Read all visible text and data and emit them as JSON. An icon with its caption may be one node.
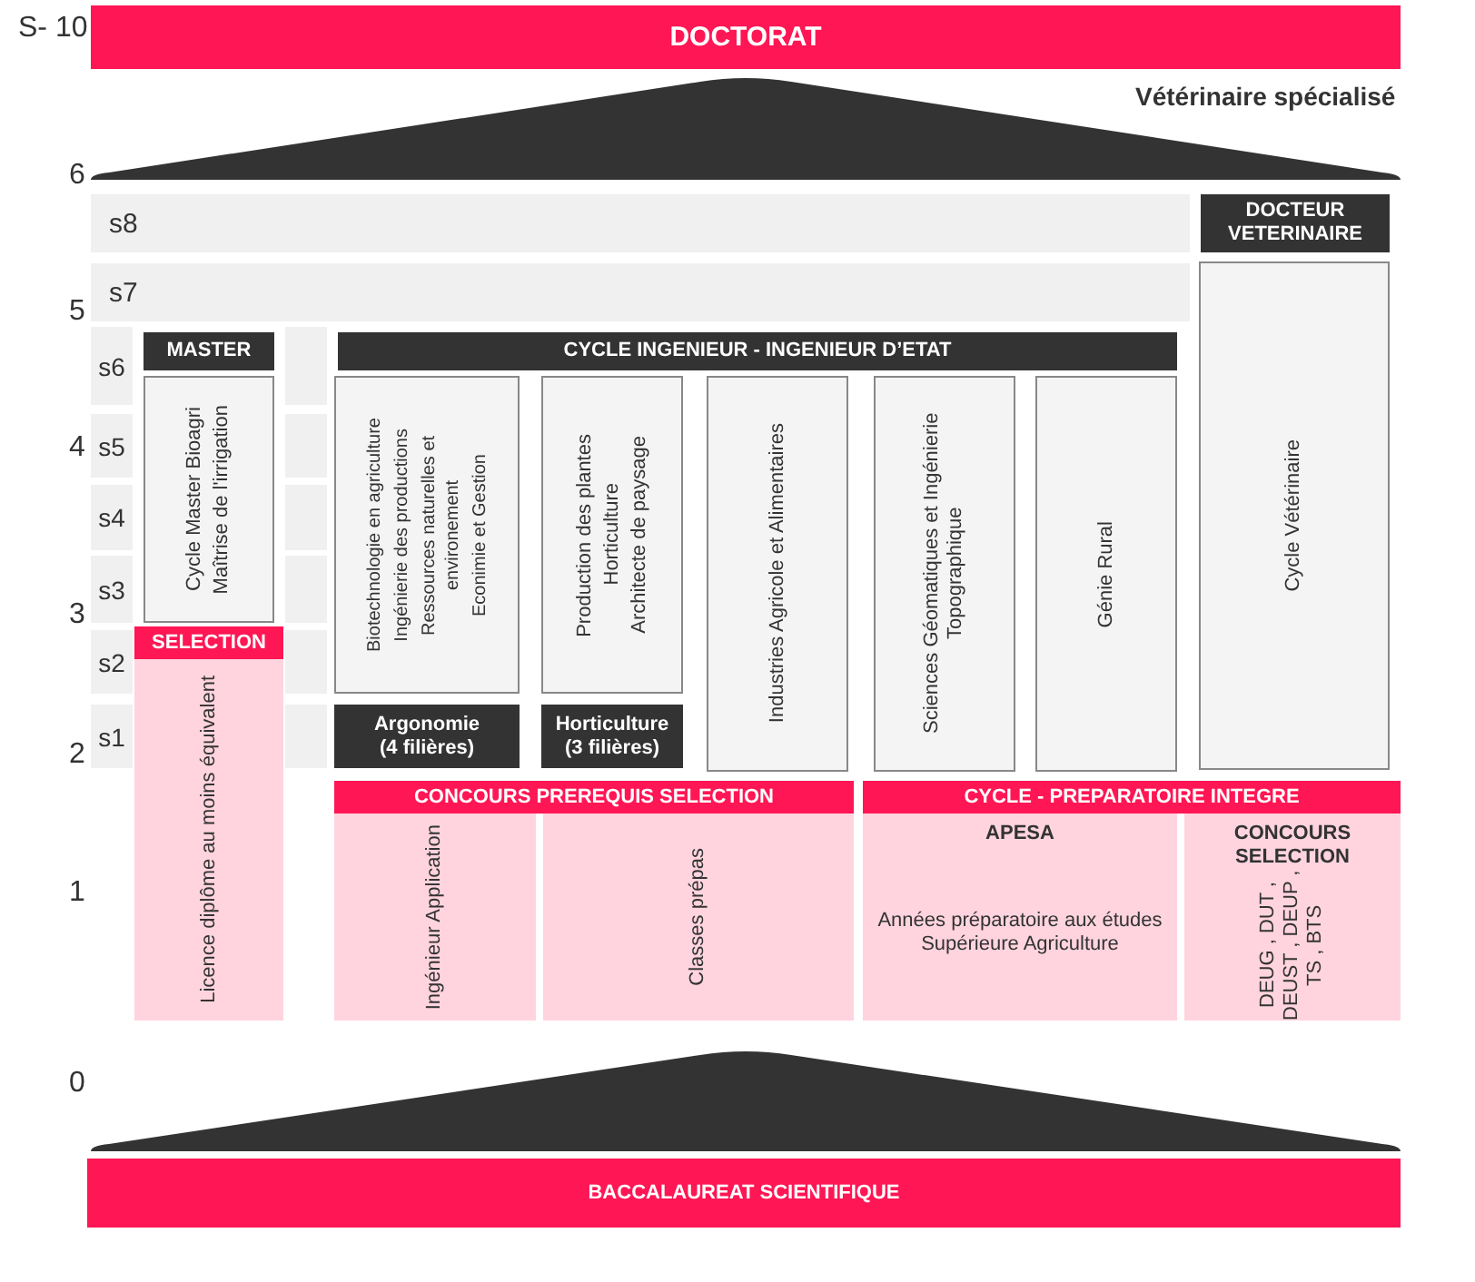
{
  "diagram": {
    "nodes": [
      {
        "text": [
          "DOCTORAT"
        ]
      },
      {
        "text": [
          "s8"
        ]
      },
      {
        "text": [
          "s7"
        ]
      },
      {
        "text": [
          "DOCTEUR VETERINAIRE"
        ]
      },
      {
        "text": [
          "Cycle Vétérinaire"
        ]
      },
      {
        "text": [
          "s6"
        ]
      },
      {
        "text": [
          "s5"
        ]
      },
      {
        "text": [
          "s4"
        ]
      },
      {
        "text": [
          "s3"
        ]
      },
      {
        "text": [
          "s2"
        ]
      },
      {
        "text": [
          "s1"
        ]
      },
      {
        "text": [
          "MASTER"
        ]
      },
      {
        "text": [
          "CYCLE INGENIEUR - INGENIEUR D’ETAT"
        ]
      },
      {
        "text": [
          "Cycle Master Bioagri",
          "Maîtrise de l'irrigation"
        ]
      },
      {
        "text": [
          "Biotechnologie en agriculture",
          "Ingénierie des productions",
          "Ressources naturelles et environement",
          "Econimie et Gestion"
        ]
      },
      {
        "text": [
          "Production des plantes",
          "Horticulture",
          "Architecte de paysage"
        ]
      },
      {
        "text": [
          "Industries Agricole et Alimentaires"
        ]
      },
      {
        "text": [
          "Sciences Géomatiques et Ingénierie Topographique"
        ]
      },
      {
        "text": [
          "Génie Rural"
        ]
      },
      {
        "text": [
          "SELECTION",
          "Licence diplôme au moins équivalent"
        ]
      },
      {
        "text": [
          "Argonomie (4 filières)"
        ]
      },
      {
        "text": [
          "Horticulture (3 filières)"
        ]
      },
      {
        "text": [
          "CONCOURS PREREQUIS SELECTION"
        ]
      },
      {
        "text": [
          "Ingénieur Application"
        ],
        "in": 22
      },
      {
        "text": [
          "Classes prépas"
        ],
        "in": 22
      },
      {
        "text": [
          "CYCLE - PREPARATOIRE INTEGRE"
        ]
      },
      {
        "text": [
          "APESA",
          "Années préparatoire aux études Supérieure Agriculture"
        ],
        "in": 25
      },
      {
        "text": [
          "CONCOURS SELECTION",
          "DEUG , DUT , DEUST , DEUP , TS , BTS"
        ],
        "in": 25
      },
      {
        "text": [
          "BACCALAUREAT SCIENTIFIQUE"
        ]
      },
      {
        "text": [],
        "shape": "box"
      },
      {
        "text": [],
        "shape": "box"
      },
      {
        "text": [],
        "shape": "box"
      },
      {
        "text": [],
        "shape": "box"
      },
      {
        "text": [],
        "shape": "box"
      },
      {
        "text": [],
        "shape": "box"
      },
      {
        "text": [],
        "shape": "triangle"
      },
      {
        "text": [],
        "shape": "triangle"
      }
    ],
    "edges": [],
    "labels": [
      "S- 10",
      "Vétérinaire spécialisé",
      "6",
      "5",
      "4",
      "3",
      "2",
      "1",
      "0"
    ]
  }
}
